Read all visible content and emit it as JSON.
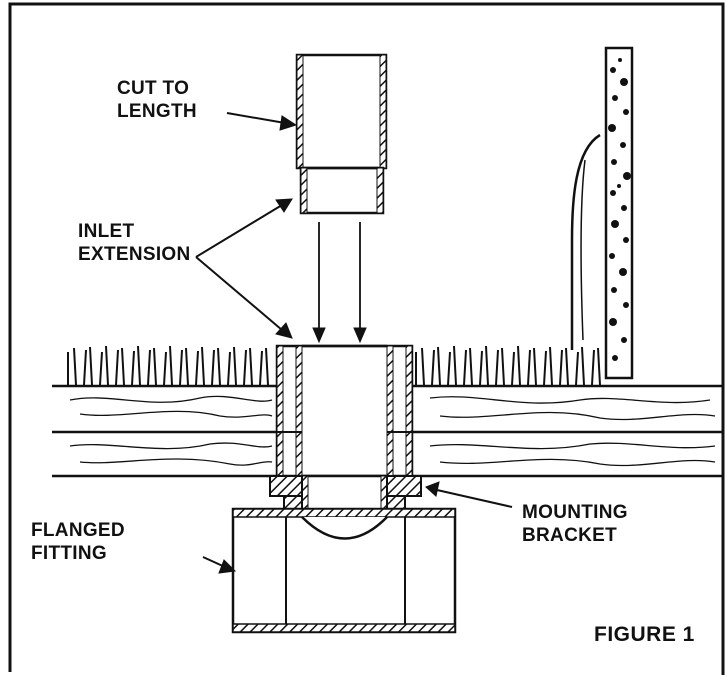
{
  "labels": {
    "cut_to_length": [
      "CUT TO",
      "LENGTH"
    ],
    "inlet_extension": [
      "INLET",
      "EXTENSION"
    ],
    "flanged_fitting": [
      "FLANGED",
      "FITTING"
    ],
    "mounting_bracket": [
      "MOUNTING",
      "BRACKET"
    ],
    "figure": "FIGURE 1"
  },
  "colors": {
    "ink": "#111111",
    "paper": "#ffffff"
  }
}
